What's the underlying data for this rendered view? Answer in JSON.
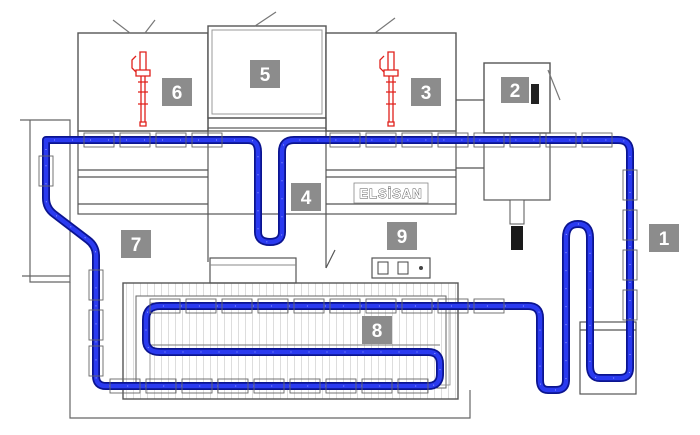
{
  "labels": {
    "zone_1": "1",
    "zone_2": "2",
    "zone_3": "3",
    "zone_4": "4",
    "zone_5": "5",
    "zone_6": "6",
    "zone_7": "7",
    "zone_8": "8",
    "zone_9": "9"
  },
  "brand": "ELSİSAN",
  "icons": {
    "robot": "paint-robot-icon"
  },
  "colors": {
    "conveyor": "#1f2fd6",
    "conveyor_edge": "#0b1490",
    "badge": "#8c8c8c",
    "robot": "#e0201b",
    "outline": "#555555",
    "brand_fill": "#ffffff"
  }
}
